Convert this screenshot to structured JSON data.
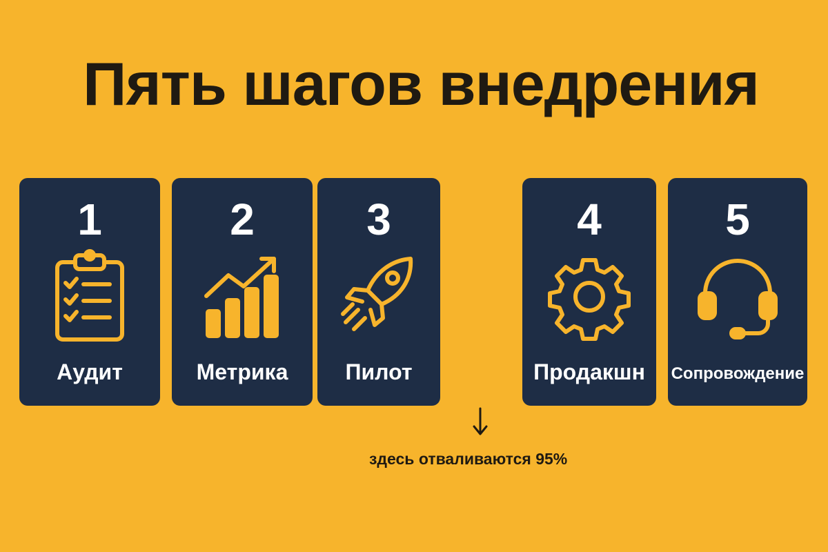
{
  "title": "Пять шагов внедрения",
  "colors": {
    "background": "#F7B42C",
    "card": "#1E2D45",
    "icon": "#F7B42C",
    "text_light": "#FFFFFF",
    "text_dark": "#1F1A12"
  },
  "steps": [
    {
      "number": "1",
      "label": "Аудит",
      "icon": "clipboard-checklist-icon"
    },
    {
      "number": "2",
      "label": "Метрика",
      "icon": "growth-chart-icon"
    },
    {
      "number": "3",
      "label": "Пилот",
      "icon": "rocket-icon"
    },
    {
      "number": "4",
      "label": "Продакшн",
      "icon": "gear-icon"
    },
    {
      "number": "5",
      "label": "Сопровождение",
      "icon": "headset-icon"
    }
  ],
  "annotation": {
    "text": "здесь отваливаются 95%",
    "icon": "arrow-down-icon"
  }
}
